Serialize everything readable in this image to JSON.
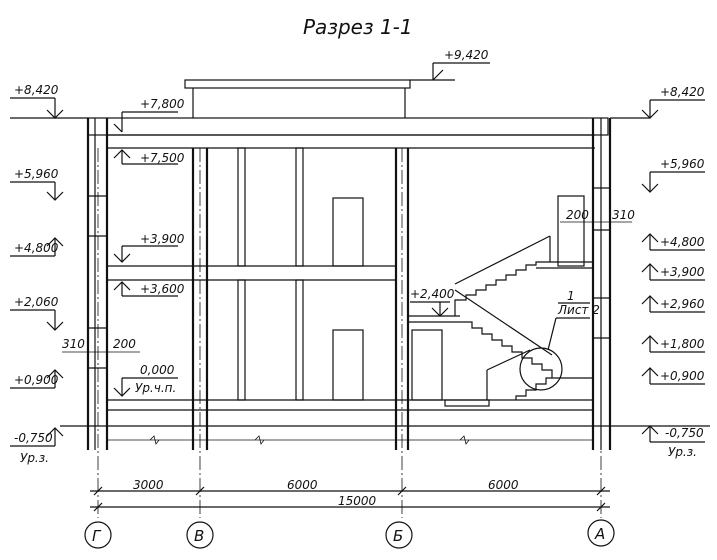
{
  "title": "Разрез 1-1",
  "ridge_mark": "+9,420",
  "left_marks": [
    "+8,420",
    "+5,960",
    "+4,800",
    "+2,060",
    "+0,900",
    "-0,750"
  ],
  "ground_label_left": "Ур.з.",
  "right_marks": [
    "+8,420",
    "+5,960",
    "+4,800",
    "+3,900",
    "+2,960",
    "+1,800",
    "+0,900",
    "-0,750"
  ],
  "ground_label_right": "Ур.з.",
  "floor_marks": {
    "roof_top": "+7,800",
    "roof_bottom": "+7,500",
    "floor2_top": "+3,900",
    "floor2_bottom": "+3,600",
    "floor1": "0,000",
    "floor1_note": "Ур.ч.п.",
    "landing": "+2,400"
  },
  "wall_dims": {
    "left_a": "310",
    "left_b": "200",
    "right_a": "200",
    "right_b": "310"
  },
  "callout": {
    "number": "1",
    "sheet": "Лист 2"
  },
  "dimensions": {
    "span1": "3000",
    "span2": "6000",
    "span3": "6000",
    "total": "15000"
  },
  "axes": [
    "Г",
    "В",
    "Б",
    "А"
  ]
}
